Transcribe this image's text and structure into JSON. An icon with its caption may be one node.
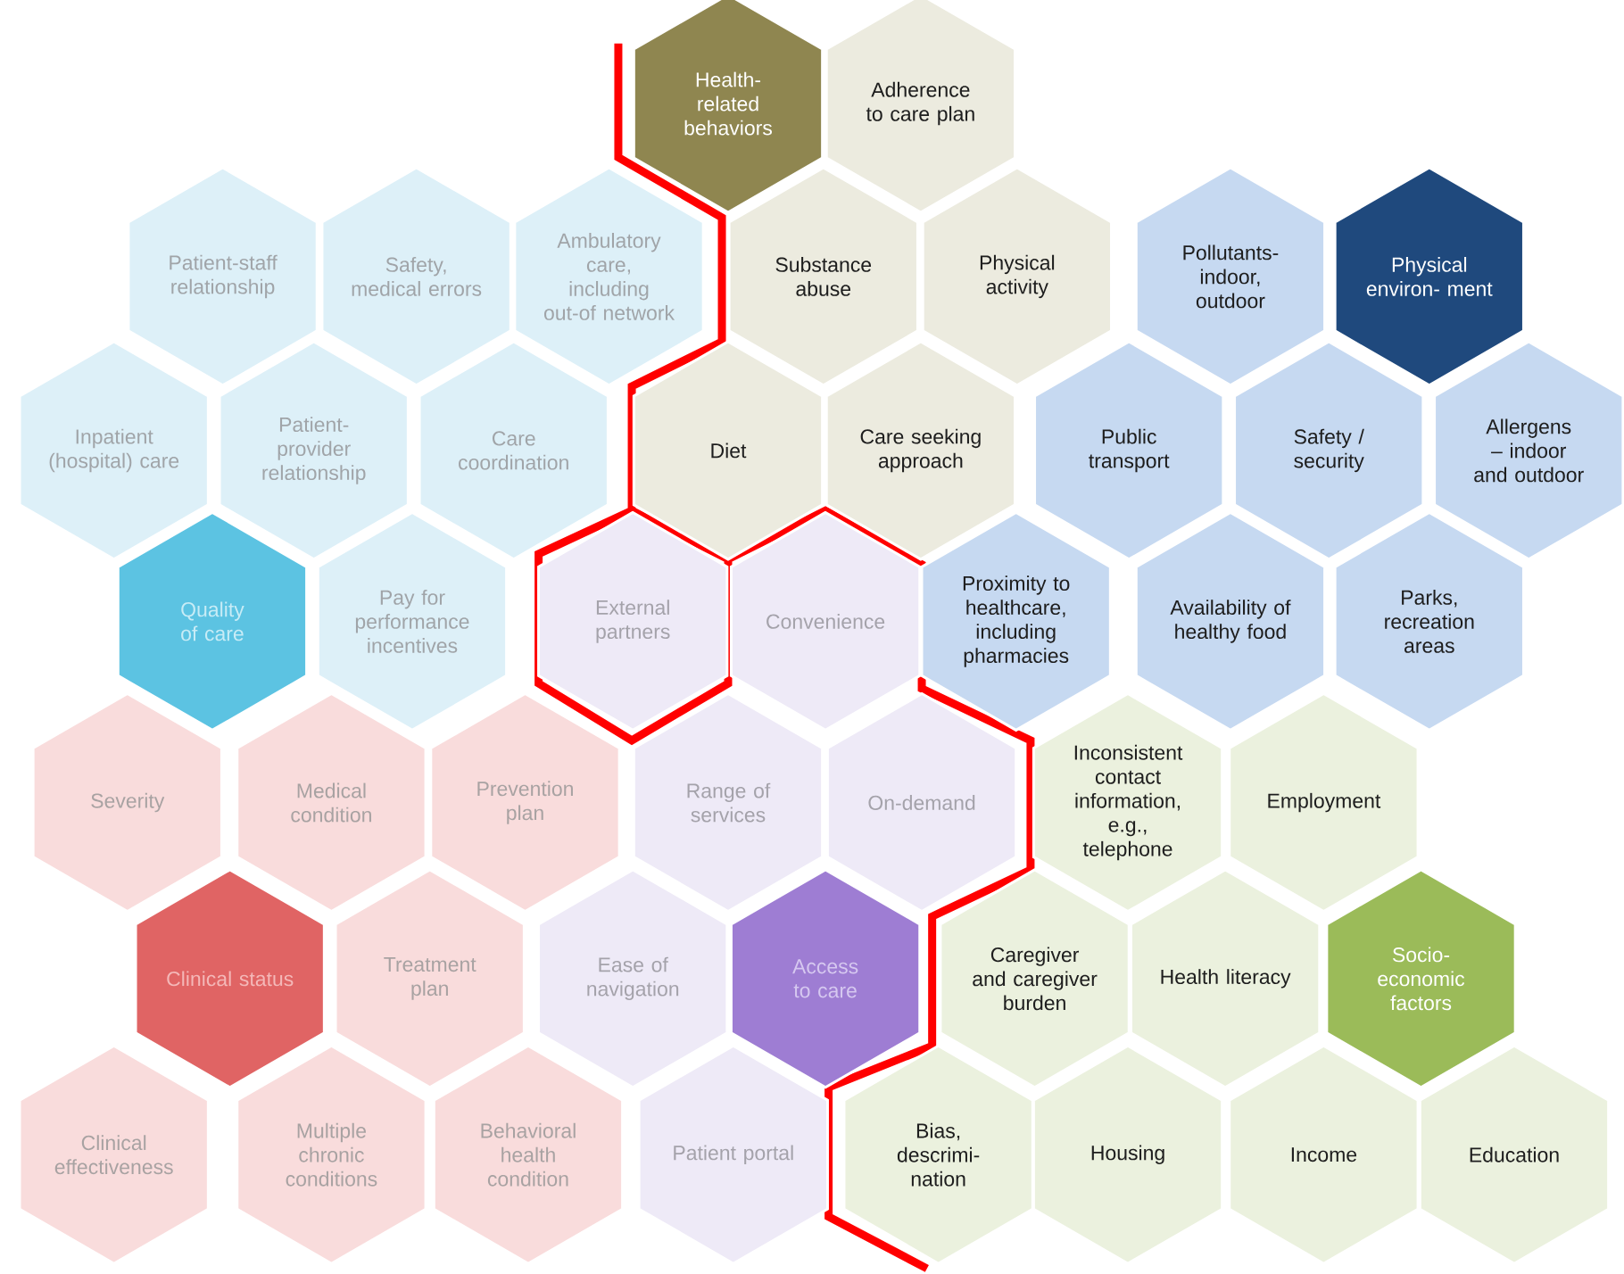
{
  "diagram": {
    "nodes": [
      {
        "text": [
          "Health- related behaviors"
        ]
      },
      {
        "text": [
          "Adherence to care plan"
        ]
      },
      {
        "text": [
          "Patient-staff relationship"
        ]
      },
      {
        "text": [
          "Safety, medical errors"
        ]
      },
      {
        "text": [
          "Ambulatory care, including out-of network"
        ]
      },
      {
        "text": [
          "Substance abuse"
        ]
      },
      {
        "text": [
          "Physical activity"
        ]
      },
      {
        "text": [
          "Pollutants- indoor, outdoor"
        ]
      },
      {
        "text": [
          "Physical environ- ment"
        ]
      },
      {
        "text": [
          "Inpatient (hospital) care"
        ]
      },
      {
        "text": [
          "Patient- provider relationship"
        ]
      },
      {
        "text": [
          "Care coordination"
        ]
      },
      {
        "text": [
          "Diet"
        ]
      },
      {
        "text": [
          "Care seeking approach"
        ]
      },
      {
        "text": [
          "Public transport"
        ]
      },
      {
        "text": [
          "Safety / security"
        ]
      },
      {
        "text": [
          "Allergens – indoor and outdoor"
        ]
      },
      {
        "text": [
          "Quality of care"
        ]
      },
      {
        "text": [
          "Pay for performance incentives"
        ]
      },
      {
        "text": [
          "External partners"
        ]
      },
      {
        "text": [
          "Convenience"
        ]
      },
      {
        "text": [
          "Proximity to healthcare, including pharmacies"
        ]
      },
      {
        "text": [
          "Availability of healthy food"
        ]
      },
      {
        "text": [
          "Parks, recreation areas"
        ]
      },
      {
        "text": [
          "Severity"
        ]
      },
      {
        "text": [
          "Medical condition"
        ]
      },
      {
        "text": [
          "Prevention plan"
        ]
      },
      {
        "text": [
          "Range of services"
        ]
      },
      {
        "text": [
          "On-demand"
        ]
      },
      {
        "text": [
          "Inconsistent contact information, e.g., telephone"
        ]
      },
      {
        "text": [
          "Employment"
        ]
      },
      {
        "text": [
          "Clinical status"
        ]
      },
      {
        "text": [
          "Treatment plan"
        ]
      },
      {
        "text": [
          "Ease of navigation"
        ]
      },
      {
        "text": [
          "Access to care"
        ]
      },
      {
        "text": [
          "Caregiver and caregiver burden"
        ]
      },
      {
        "text": [
          "Health literacy"
        ]
      },
      {
        "text": [
          "Socio- economic factors"
        ]
      },
      {
        "text": [
          "Clinical effectiveness"
        ]
      },
      {
        "text": [
          "Multiple chronic conditions"
        ]
      },
      {
        "text": [
          "Behavioral health condition"
        ]
      },
      {
        "text": [
          "Patient portal"
        ]
      },
      {
        "text": [
          "Bias, descrimi- nation"
        ]
      },
      {
        "text": [
          "Housing"
        ]
      },
      {
        "text": [
          "Income"
        ]
      },
      {
        "text": [
          "Education"
        ]
      }
    ]
  }
}
